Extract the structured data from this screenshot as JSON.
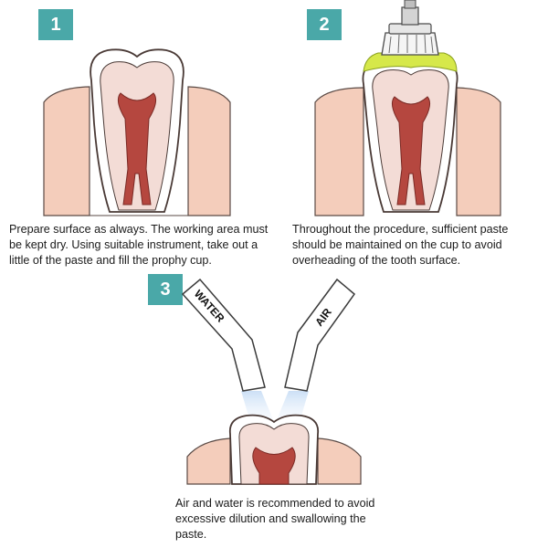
{
  "steps": [
    {
      "number": "1",
      "caption": "Prepare surface as always. The working area must be kept dry. Using suitable instrument, take out a little of the paste and fill the prophy cup."
    },
    {
      "number": "2",
      "caption": "Throughout the procedure, sufficient paste should be maintained on the cup to avoid overheading of the tooth surface."
    },
    {
      "number": "3",
      "caption": "Air and water is recommended to avoid excessive dilution and swallowing the paste.",
      "nozzle_labels": {
        "water": "WATER",
        "air": "AIR"
      }
    }
  ],
  "colors": {
    "badge": "#4aa8a8",
    "gum": "#f4cdbb",
    "pulp": "#b5473f",
    "dentin": "#f3dcd6",
    "paste": "#d6e84a",
    "spray": "#cfe2f6"
  }
}
